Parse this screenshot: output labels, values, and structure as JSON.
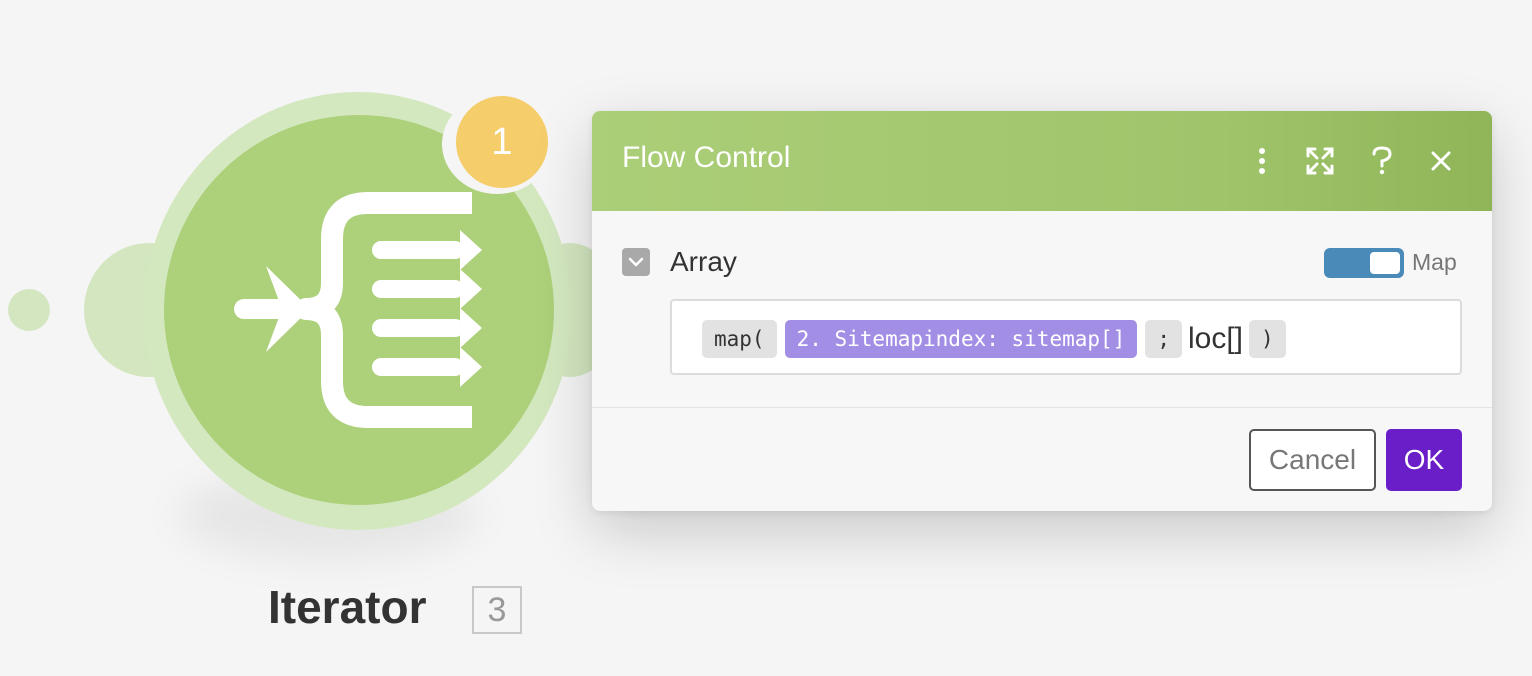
{
  "module": {
    "title": "Iterator",
    "id": "3",
    "operation_count": "1",
    "icon": "iterator-icon",
    "color": "#add07a"
  },
  "dialog": {
    "title": "Flow Control",
    "header_color": "#9fc46a",
    "header_icons": [
      "more-vertical-icon",
      "expand-icon",
      "help-icon",
      "close-icon"
    ],
    "field": {
      "label": "Array",
      "map_label": "Map",
      "map_enabled": true,
      "expression": {
        "fn_open": "map(",
        "variable": "2. Sitemapindex: sitemap[]",
        "separator": ";",
        "key": "loc[]",
        "fn_close": ")"
      }
    },
    "buttons": {
      "cancel": "Cancel",
      "ok": "OK"
    },
    "accent": "#6a1ec8",
    "toggle_color": "#4a8ab8",
    "variable_pill_color": "#a38ee6"
  }
}
